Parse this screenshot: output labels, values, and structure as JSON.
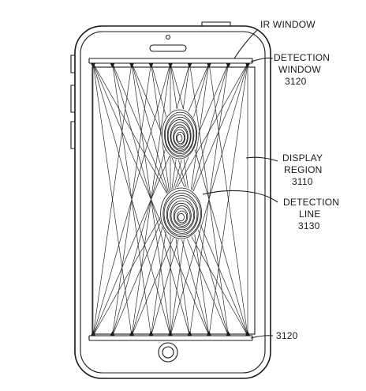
{
  "labels": {
    "ir_window": "IR WINDOW",
    "detection_window": [
      "DETECTION",
      "WINDOW",
      "3120"
    ],
    "display_region": [
      "DISPLAY",
      "REGION",
      "3110"
    ],
    "detection_line": [
      "DETECTION",
      "LINE",
      "3130"
    ],
    "bottom_window": "3120"
  },
  "colors": {
    "ink": "#1a1a1a",
    "background": "#ffffff"
  },
  "icons": [
    "phone-outline",
    "home-button",
    "speaker-slot",
    "camera-dot",
    "fingerprint-icon",
    "side-button"
  ]
}
